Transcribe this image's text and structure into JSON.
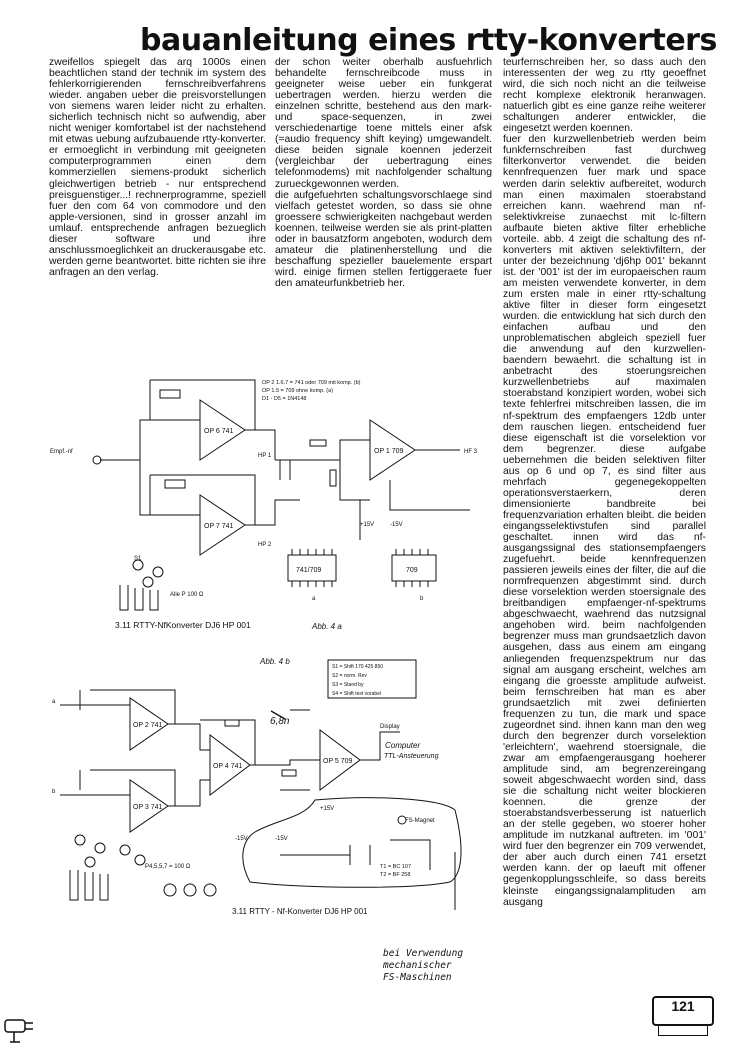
{
  "title": "bauanleitung eines rtty-konverters",
  "columns": {
    "col1": "zweifellos spiegelt das arq 1000s einen beachtlichen stand der technik im system des fehlerkorrigierenden fernschreibverfahrens wieder. angaben ueber die preisvorstellungen von siemens waren leider nicht zu erhalten. sicherlich technisch nicht so aufwendig, aber nicht weniger komfortabel ist der nachstehend mit etwas uebung aufzubauende rtty-konverter. er ermoeglicht in verbindung mit geeigneten computerprogrammen einen dem kommerziellen siemens-produkt sicherlich gleichwertigen betrieb - nur entsprechend preisguenstiger...! rechnerprogramme, speziell fuer den com 64 von commodore und den apple-versionen, sind in grosser anzahl im umlauf. entsprechende anfragen bezueglich dieser software und ihre anschlussmoeglichkeit an druckerausgabe etc. werden gerne beantwortet. bitte richten sie ihre anfragen an den verlag.",
    "col2": "der schon weiter oberhalb ausfuehrlich behandelte fernschreibcode muss in geeigneter weise ueber ein funkgerat uebertragen werden. hierzu werden die einzelnen schritte, bestehend aus den mark- und space-sequenzen, in zwei verschiedenartige toene mittels einer afsk (=audio frequency shift keying) umgewandelt. diese beiden signale koennen jederzeit (vergleichbar der uebertragung eines telefonmodems) mit nachfolgender schaltung zurueckgewonnen werden.\ndie aufgefuehrten schaltungsvorschlaege sind vielfach getestet worden, so dass sie ohne groessere schwierigkeiten nachgebaut werden koennen. teilweise werden sie als print-platten oder in bausatzform angeboten, wodurch dem amateur die platinenherstellung und die beschaffung spezieller bauelemente erspart wird. einige firmen stellen fertiggeraete fuer den amateurfunkbetrieb her.",
    "col3": "teurfernschreiben her, so dass auch den interessenten der weg zu rtty geoeffnet wird, die sich noch nicht an die teilweise recht komplexe elektronik heranwagen. natuerlich gibt es eine ganze reihe weiterer schaltungen anderer entwickler, die eingesetzt werden koennen.\nfuer den kurzwellenbetrieb werden beim funkfernschreiben fast durchweg filterkonvertor verwendet. die beiden kennfrequenzen fuer mark und space werden darin selektiv aufbereitet, wodurch man einen maximalen stoerabstand erreichen kann. waehrend man nf-selektivkreise zunaechst mit lc-filtern aufbaute bieten aktive filter erhebliche vorteile. abb. 4 zeigt die schaltung des nf-konverters mit aktiven selektivfiltern, der unter der bezeichnung 'dj6hp 001' bekannt ist. der '001' ist der im europaeischen raum am meisten verwendete konverter, in dem zum ersten male in einer rtty-schaltung aktive filter in dieser form eingesetzt wurden. die entwicklung hat sich durch den einfachen aufbau und den unproblematischen abgleich speziell fuer die anwendung auf den kurzwellen-baendern bewaehrt. die schaltung ist in anbetracht des stoerungsreichen kurzwellenbetriebs auf maximalen stoerabstand konzipiert worden, wobei sich texte fehlerfrei mitschreiben lassen, die im nf-spektrum des empfaengers 12db unter dem rauschen liegen. entscheidend fuer diese eigenschaft ist die vorselektion vor dem begrenzer. diese aufgabe uebernehmen die beiden selektiven filter aus op 6 und op 7, es sind filter aus mehrfach gegenegekoppelten operationsverstaerkern, deren dimensionierte bandbreite bei frequenzvariation erhalten bleibt. die beiden eingangsselektivstufen sind parallel geschaltet. innen wird das nf-ausgangssignal des stationsempfaengers zugefuehrt. beide kennfrequenzen passieren jeweils eines der filter, die auf die normfrequenzen abgestimmt sind. durch diese vorselektion werden stoersignale des breitbandigen empfaenger-nf-spektrums abgeschwaecht, waehrend das nutzsignal angehoben wird. beim nachfolgenden begrenzer muss man grundsaetzlich davon ausgehen, dass aus einem am eingang anliegenden frequenzspektrum nur das signal am ausgang erscheint, welches am eingang die groesste amplitude aufweist. beim fernschreiben hat man es aber grundsaetzlich mit zwei definierten frequenzen zu tun, die mark und space zugeordnet sind. ihnen kann man den weg durch den begrenzer durch vorselektion 'erleichtern', waehrend stoersignale, die zwar am empfaengerausgang hoeherer amplitude sind, am begrenzereingang soweit abgeschwaecht worden sind, dass sie die schaltung nicht weiter blockieren koennen. die grenze der stoerabstandsverbesserung ist natuerlich an der stelle gegeben, wo stoerer hoher amplitude im nutzkanal auftreten. im '001' wird fuer den begrenzer ein 709 verwendet, der aber auch durch einen 741 ersetzt werden kann. der op laeuft mit offener gegenkopplungsschleife, so dass bereits kleinste eingangssignalamplituden am ausgang"
  },
  "figure_a": {
    "caption": "3.11 RTTY-NfKonverter DJ6 HP 001",
    "abb_label": "Abb. 4 a",
    "op_labels": [
      "OP 6 741",
      "OP 7 741",
      "OP 1 709"
    ],
    "ic_labels": [
      "741/709",
      "709"
    ],
    "notes": [
      "OP 2 1.6.7 = 741 oder 709 mit komp. (b)",
      "OP 1.5 = 709 ohne komp. (a)",
      "D1 - D5 = 1N4148"
    ],
    "labels": [
      "Empf.-nf",
      "HP 1",
      "HP 2",
      "HF 3",
      "S1",
      "Alle P 100 Ω",
      "+15V",
      "-15V",
      "a",
      "b"
    ]
  },
  "figure_b": {
    "caption": "3.11 RTTY - Nf-Konverter DJ6 HP 001",
    "abb_label": "Abb. 4 b",
    "op_labels": [
      "OP 2 741",
      "OP 3 741",
      "OP 4 741",
      "OP 5 709"
    ],
    "legend_lines": [
      "S1 = Shift 170 425 850",
      "S2 = norm. Rev",
      "S3 = Stand by",
      "S4 = Shift test vorabel"
    ],
    "handwritten_in_figure": [
      "6,8n",
      "Computer",
      "TTL-Ansteuerung"
    ],
    "labels": [
      "FS-Magnet",
      "Display",
      "T1 = BC 107",
      "T2 = BF 258",
      "P4,5,5,7 = 100 Ω",
      "+15V",
      "-15V",
      "-15V",
      "a",
      "b"
    ]
  },
  "handwritten_note": "bei Verwendung\nmechanischer\nFS-Maschinen",
  "page_number": "121"
}
